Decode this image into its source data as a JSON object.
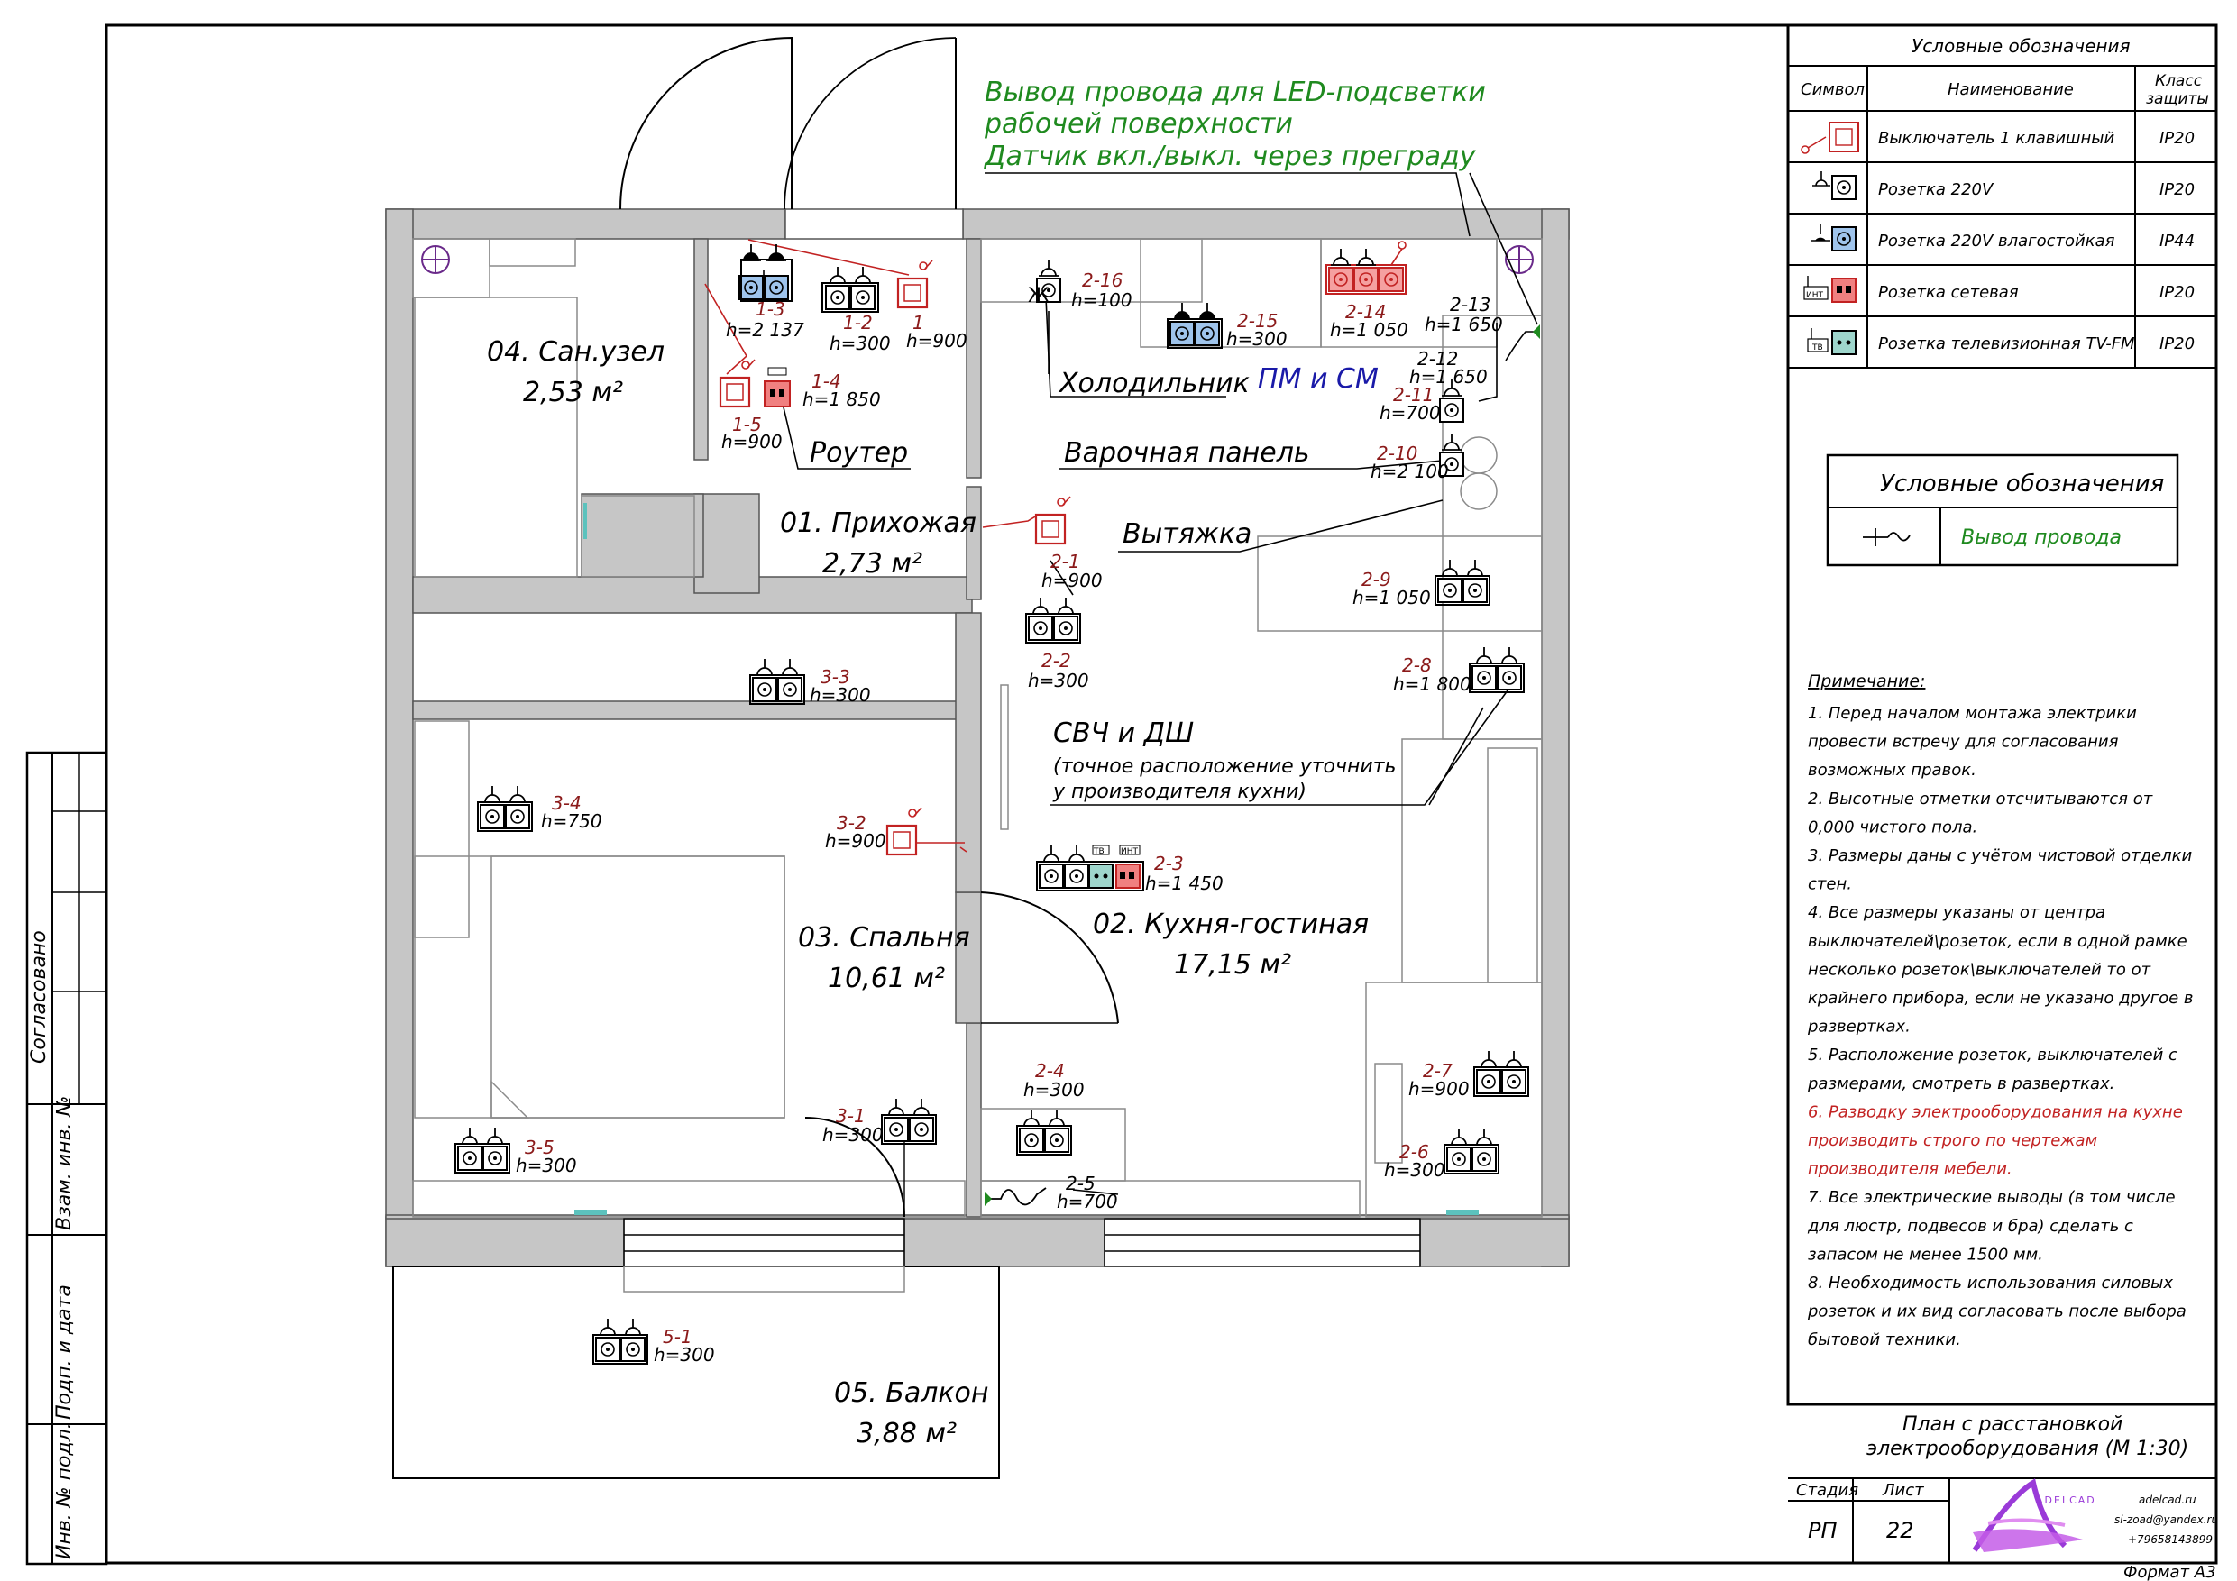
{
  "instruction": {
    "line1": "Вывод провода для LED-подсветки",
    "line2": "рабочей поверхности",
    "line3": "Датчик вкл./выкл. через преграду"
  },
  "rooms": [
    {
      "name": "04. Сан.узел",
      "area": "2,53 м²"
    },
    {
      "name": "01. Прихожая",
      "area": "2,73 м²"
    },
    {
      "name": "03. Спальня",
      "area": "10,61 м²"
    },
    {
      "name": "02. Кухня-гостиная",
      "area": "17,15 м²"
    },
    {
      "name": "05. Балкон",
      "area": "3,88 м²"
    }
  ],
  "callouts": {
    "fridge": "Холодильник",
    "pm_sm": "ПМ и СМ",
    "router": "Роутер",
    "hob": "Варочная панель",
    "hood": "Вытяжка",
    "mw_dw": "СВЧ и ДШ",
    "mw_note1": "(точное расположение уточнить",
    "mw_note2": "у производителя кухни)"
  },
  "labels": [
    {
      "id": "1-3",
      "h": "h=2 137"
    },
    {
      "id": "1-2",
      "h": "h=300"
    },
    {
      "id": "1",
      "h": "h=900"
    },
    {
      "id": "1-4",
      "h": "h=1 850"
    },
    {
      "id": "1-5",
      "h": "h=900"
    },
    {
      "id": "2-16",
      "h": "h=100"
    },
    {
      "id": "2-15",
      "h": "h=300"
    },
    {
      "id": "2-14",
      "h": "h=1 050"
    },
    {
      "id": "2-13",
      "h": "h=1 650"
    },
    {
      "id": "2-12",
      "h": "h=1 650"
    },
    {
      "id": "2-11",
      "h": "h=700"
    },
    {
      "id": "2-10",
      "h": "h=2 100"
    },
    {
      "id": "2-9",
      "h": "h=1 050"
    },
    {
      "id": "2-8",
      "h": "h=1 800"
    },
    {
      "id": "2-1",
      "h": "h=900"
    },
    {
      "id": "2-2",
      "h": "h=300"
    },
    {
      "id": "2-3",
      "h": "h=1 450"
    },
    {
      "id": "3-3",
      "h": "h=300"
    },
    {
      "id": "3-4",
      "h": "h=750"
    },
    {
      "id": "3-2",
      "h": "h=900"
    },
    {
      "id": "2-4",
      "h": "h=300"
    },
    {
      "id": "3-1",
      "h": "h=300"
    },
    {
      "id": "3-5",
      "h": "h=300"
    },
    {
      "id": "2-5",
      "h": "h=700"
    },
    {
      "id": "2-7",
      "h": "h=900"
    },
    {
      "id": "2-6",
      "h": "h=300"
    },
    {
      "id": "5-1",
      "h": "h=300"
    }
  ],
  "icon_text": {
    "tv": "ТВ",
    "inet": "ИНТ"
  },
  "legend": {
    "title": "Условные обозначения",
    "col_symbol": "Символ",
    "col_name": "Наименование",
    "col_class1": "Класс",
    "col_class2": "защиты",
    "rows": [
      {
        "name": "Выключатель 1 клавишный",
        "ip": "IP20",
        "icon": "switch-icon"
      },
      {
        "name": "Розетка 220V",
        "ip": "IP20",
        "icon": "socket-icon"
      },
      {
        "name": "Розетка 220V  влагостойкая",
        "ip": "IP44",
        "icon": "socket-waterproof-icon"
      },
      {
        "name": "Розетка сетевая",
        "ip": "IP20",
        "icon": "network-socket-icon"
      },
      {
        "name": "Розетка телевизионная TV-FM",
        "ip": "IP20",
        "icon": "tv-socket-icon"
      }
    ]
  },
  "legend2": {
    "title": "Условные обозначения",
    "item": "Вывод провода",
    "icon": "wire-outlet-icon"
  },
  "notes": {
    "title": "Примечание:",
    "lines": [
      {
        "text": "1. Перед началом монтажа электрики",
        "red": false
      },
      {
        "text": "провести встречу для согласования",
        "red": false
      },
      {
        "text": "возможных правок.",
        "red": false
      },
      {
        "text": "2. Высотные отметки отсчитываются от",
        "red": false
      },
      {
        "text": "0,000 чистого пола.",
        "red": false
      },
      {
        "text": "3. Размеры даны с учётом чистовой отделки",
        "red": false
      },
      {
        "text": "стен.",
        "red": false
      },
      {
        "text": "4. Все размеры указаны от центра",
        "red": false
      },
      {
        "text": "выключателей\\розеток, если в одной рамке",
        "red": false
      },
      {
        "text": "несколько розеток\\выключателей то от",
        "red": false
      },
      {
        "text": "крайнего прибора, если не указано другое в",
        "red": false
      },
      {
        "text": "развертках.",
        "red": false
      },
      {
        "text": "5. Расположение розеток, выключателей с",
        "red": false
      },
      {
        "text": "размерами, смотреть в развертках.",
        "red": false
      },
      {
        "text": "6. Разводку электрооборудования на кухне",
        "red": true
      },
      {
        "text": "производить строго по чертежам",
        "red": true
      },
      {
        "text": "производителя мебели.",
        "red": true
      },
      {
        "text": "7. Все электрические выводы (в том числе",
        "red": false
      },
      {
        "text": "для люстр, подвесов и бра) сделать с",
        "red": false
      },
      {
        "text": "запасом не менее 1500 мм.",
        "red": false
      },
      {
        "text": "8. Необходимость использования силовых",
        "red": false
      },
      {
        "text": "розеток и их вид согласовать после выбора",
        "red": false
      },
      {
        "text": "бытовой техники.",
        "red": false
      }
    ]
  },
  "title_block": {
    "line1": "План с расстановкой",
    "line2": "электрооборудования (М 1:30)",
    "stage_label": "Стадия",
    "sheet_label": "Лист",
    "stage": "РП",
    "sheet": "22",
    "brand": "ADELCAD",
    "contact1": "adelcad.ru",
    "contact2": "si-zoad@yandex.ru",
    "contact3": "+79658143899",
    "format": "Формат А3"
  },
  "stamp": {
    "agreed": "Согласовано",
    "inv_repl": "Взам. инв. №",
    "sign_date": "Подп. и дата",
    "inv_orig": "Инв. № подл."
  },
  "colors": {
    "wall": "#c6c6c6",
    "red": "#8b1a1a",
    "green": "#1f8a1f",
    "blue": "#1a1aa8",
    "accent": "#c22222"
  }
}
